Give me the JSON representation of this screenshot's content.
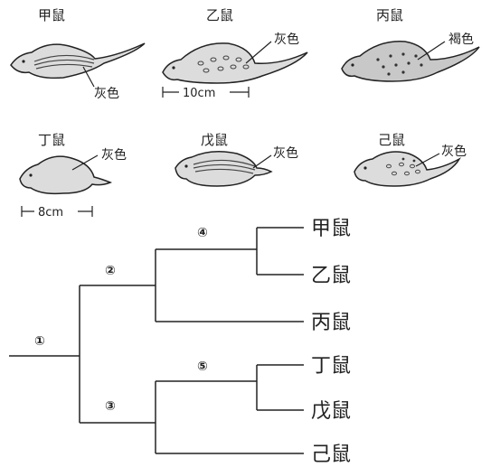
{
  "mice": [
    {
      "name": "甲鼠",
      "color_label": "灰色",
      "pattern": "stripes"
    },
    {
      "name": "乙鼠",
      "color_label": "灰色",
      "pattern": "spots",
      "scale_label": "10cm"
    },
    {
      "name": "丙鼠",
      "color_label": "褐色",
      "pattern": "spots-dark"
    },
    {
      "name": "丁鼠",
      "color_label": "灰色",
      "pattern": "plain",
      "scale_label": "8cm"
    },
    {
      "name": "戊鼠",
      "color_label": "灰色",
      "pattern": "stripes"
    },
    {
      "name": "己鼠",
      "color_label": "灰色",
      "pattern": "spots-small"
    }
  ],
  "tree": {
    "nodes": [
      "①",
      "②",
      "③",
      "④",
      "⑤"
    ],
    "leaves": [
      "甲鼠",
      "乙鼠",
      "丙鼠",
      "丁鼠",
      "戊鼠",
      "己鼠"
    ]
  },
  "colors": {
    "body_gray": "#dcdcdc",
    "body_brown": "#c8c8c8",
    "line": "#222222"
  }
}
